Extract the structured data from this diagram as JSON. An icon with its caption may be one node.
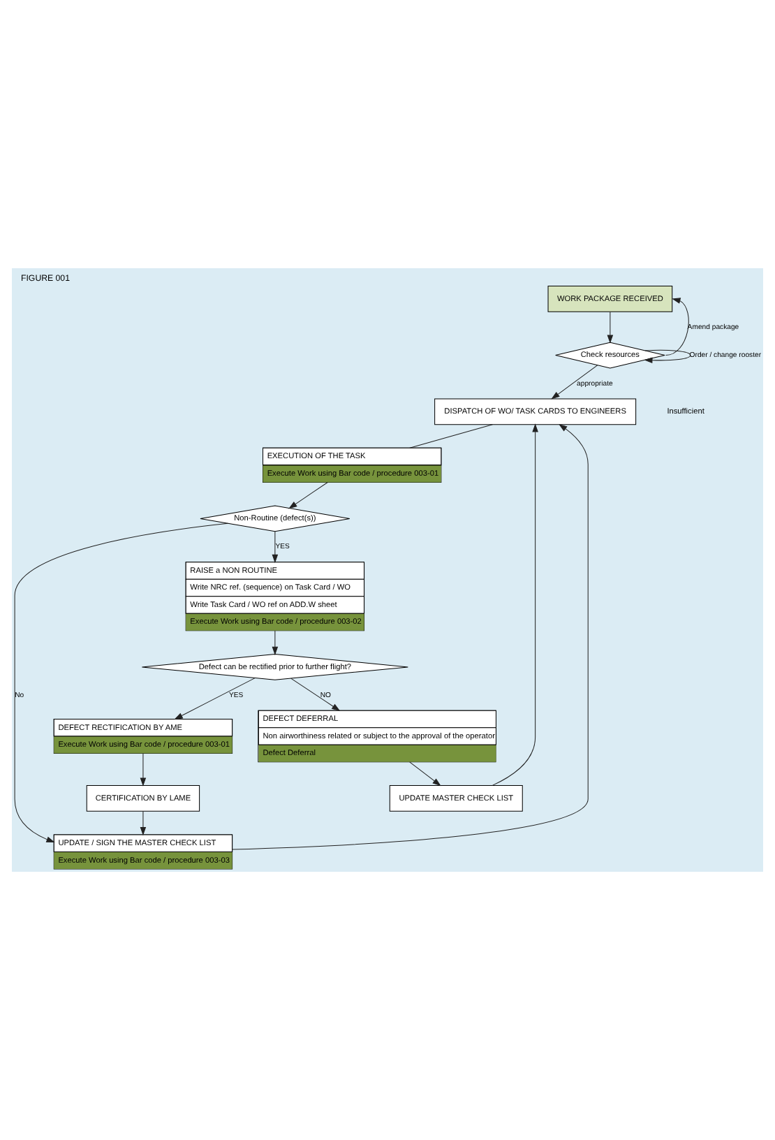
{
  "diagram": {
    "title": "FIGURE 001",
    "nodes": [
      {
        "text": [
          "WORK PACKAGE RECEIVED"
        ]
      },
      {
        "text": [
          "Check resources"
        ]
      },
      {
        "text": [
          "UPDATE MASTER CHECK LIST"
        ]
      },
      {
        "text": [
          "DISPATCH OF WO/ TASK CARDS TO ENGINEERS"
        ]
      },
      {
        "text": [
          "UPDATE / SIGN THE MASTER CHECK LIST",
          "Execute Work using Bar code / procedure 003-03"
        ]
      },
      {
        "text": [
          "DEFECT DEFERRAL",
          "Non airworthiness related or subject to the approval of the operator",
          "Defect Deferral"
        ]
      },
      {
        "text": [
          "EXECUTION OF THE TASK",
          "Execute Work using Bar code / procedure 003-01"
        ]
      },
      {
        "text": [
          "Non-Routine (defect(s))"
        ]
      },
      {
        "text": [
          "RAISE a NON ROUTINE",
          "Write NRC ref. (sequence) on Task Card / WO",
          "Write Task Card / WO ref on ADD.W sheet",
          "Execute Work using Bar code / procedure 003-02"
        ]
      },
      {
        "text": [
          "CERTIFICATION BY LAME"
        ]
      },
      {
        "text": [
          "Defect can be rectified prior to further flight?"
        ]
      },
      {
        "text": [
          "DEFECT RECTIFICATION BY AME",
          "Execute Work using Bar code / procedure 003-01"
        ]
      }
    ],
    "edges": [
      {
        "from": 0,
        "to": 1,
        "arrow": "to"
      },
      {
        "from": 1,
        "to": 0,
        "arrow": "to",
        "label": "Amend package"
      },
      {
        "from": 1,
        "to": 1,
        "arrow": "to",
        "label": "Order / change rooster"
      },
      {
        "from": 1,
        "to": 3,
        "arrow": "to",
        "label": "appropriate"
      },
      {
        "from": 2,
        "to": 3,
        "arrow": "to"
      },
      {
        "from": 4,
        "to": 3,
        "arrow": "to"
      },
      {
        "from": 3,
        "to": 6,
        "arrow": "none"
      },
      {
        "from": 6,
        "to": 7,
        "arrow": "to"
      },
      {
        "from": 7,
        "to": 4,
        "arrow": "to",
        "label": "No"
      },
      {
        "from": 7,
        "to": 8,
        "arrow": "to",
        "label": "YES"
      },
      {
        "from": 8,
        "to": 10,
        "arrow": "to"
      },
      {
        "from": 10,
        "to": 5,
        "arrow": "to",
        "label": "NO"
      },
      {
        "from": 5,
        "to": 2,
        "arrow": "to"
      },
      {
        "from": 10,
        "to": 11,
        "arrow": "to",
        "label": "YES"
      },
      {
        "from": 11,
        "to": 9,
        "arrow": "to"
      },
      {
        "from": 9,
        "to": 4,
        "arrow": "to"
      }
    ],
    "labels": [
      "Insufficient"
    ]
  }
}
